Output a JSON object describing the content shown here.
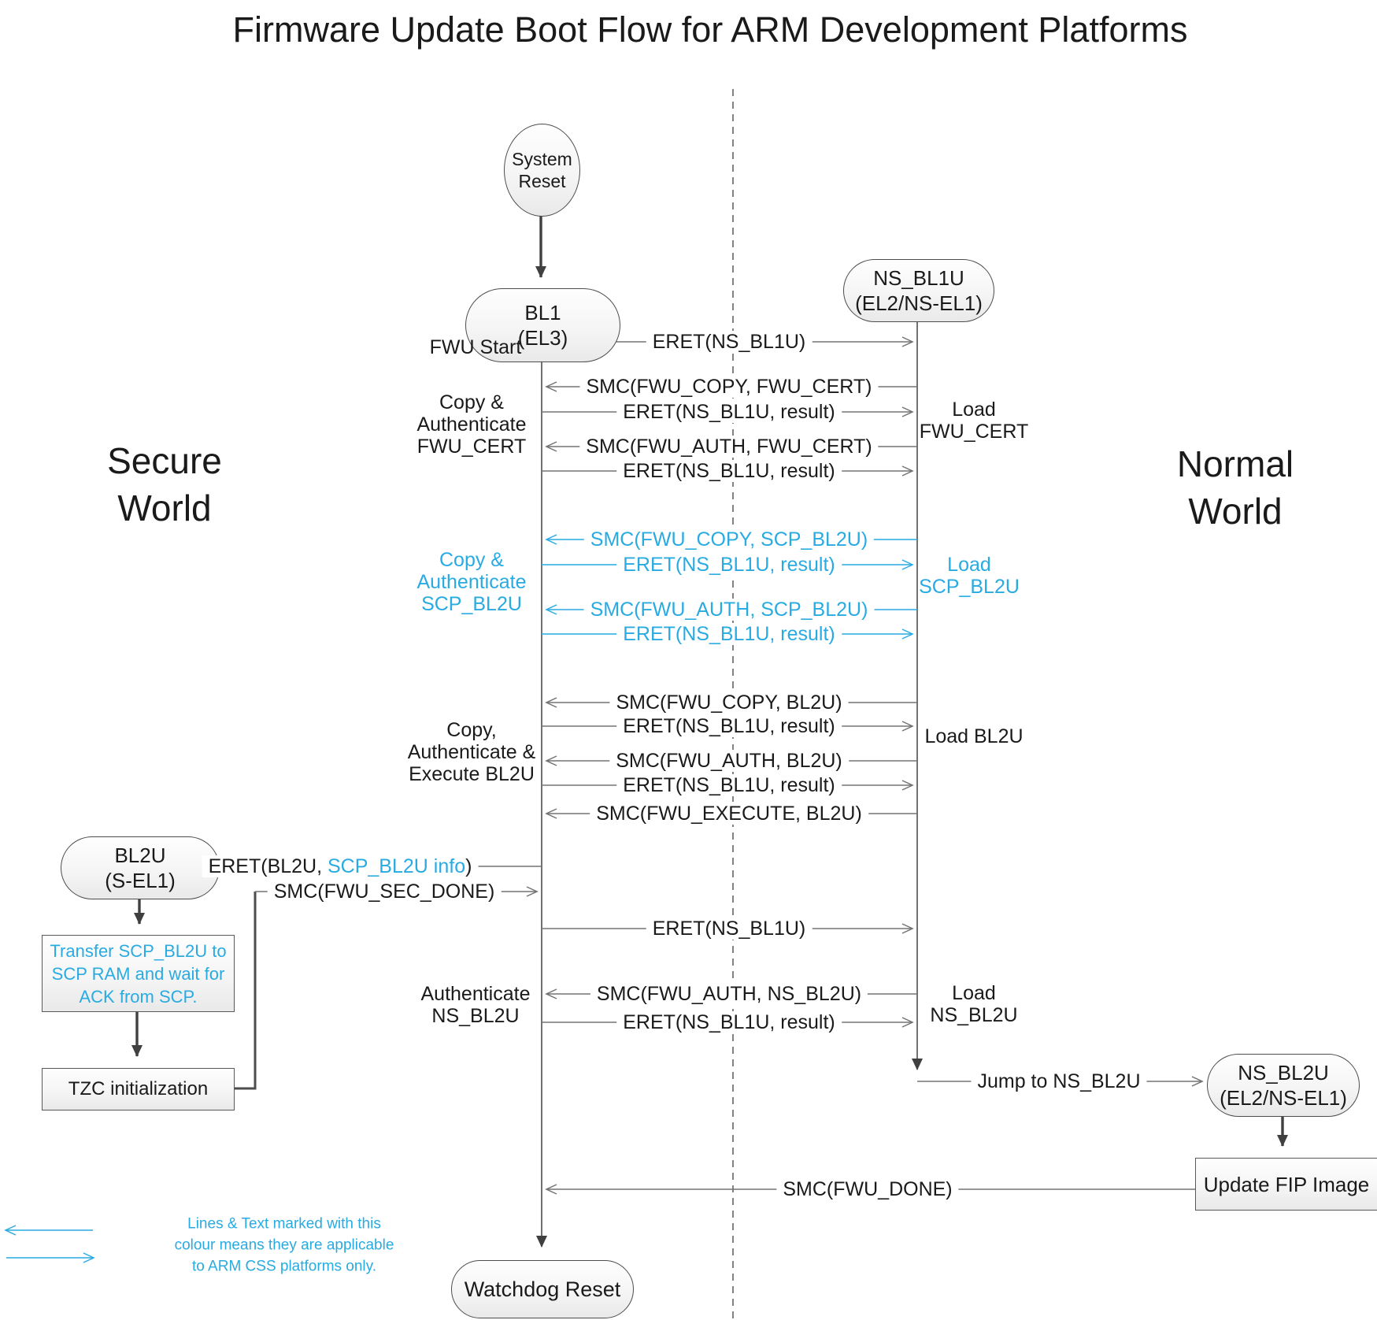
{
  "title": "Firmware Update Boot Flow for ARM Development Platforms",
  "worlds": {
    "secure": [
      "Secure",
      "World"
    ],
    "normal": [
      "Normal",
      "World"
    ]
  },
  "nodes": {
    "system_reset": [
      "System",
      "Reset"
    ],
    "bl1": [
      "BL1",
      "(EL3)"
    ],
    "ns_bl1u": [
      "NS_BL1U",
      "(EL2/NS-EL1)"
    ],
    "bl2u": [
      "BL2U",
      "(S-EL1)"
    ],
    "transfer": [
      "Transfer SCP_BL2U to",
      "SCP RAM and wait for",
      "ACK from SCP."
    ],
    "tzc": "TZC initialization",
    "ns_bl2u": [
      "NS_BL2U",
      "(EL2/NS-EL1)"
    ],
    "update_fip": "Update FIP Image",
    "watchdog": "Watchdog Reset"
  },
  "messages": [
    {
      "label": "ERET(NS_BL1U)",
      "css_only": false
    },
    {
      "label": "SMC(FWU_COPY, FWU_CERT)",
      "css_only": false
    },
    {
      "label": "ERET(NS_BL1U, result)",
      "css_only": false
    },
    {
      "label": "SMC(FWU_AUTH, FWU_CERT)",
      "css_only": false
    },
    {
      "label": "ERET(NS_BL1U, result)",
      "css_only": false
    },
    {
      "label": "SMC(FWU_COPY, SCP_BL2U)",
      "css_only": true
    },
    {
      "label": "ERET(NS_BL1U, result)",
      "css_only": true
    },
    {
      "label": "SMC(FWU_AUTH, SCP_BL2U)",
      "css_only": true
    },
    {
      "label": "ERET(NS_BL1U, result)",
      "css_only": true
    },
    {
      "label": "SMC(FWU_COPY, BL2U)",
      "css_only": false
    },
    {
      "label": "ERET(NS_BL1U, result)",
      "css_only": false
    },
    {
      "label": "SMC(FWU_AUTH, BL2U)",
      "css_only": false
    },
    {
      "label": "ERET(NS_BL1U, result)",
      "css_only": false
    },
    {
      "label": "SMC(FWU_EXECUTE, BL2U)",
      "css_only": false
    },
    {
      "prefix": "ERET(BL2U, ",
      "highlight": "SCP_BL2U info",
      "suffix": ")",
      "css_only": false
    },
    {
      "label": "SMC(FWU_SEC_DONE)",
      "css_only": false
    },
    {
      "label": "ERET(NS_BL1U)",
      "css_only": false
    },
    {
      "label": "SMC(FWU_AUTH, NS_BL2U)",
      "css_only": false
    },
    {
      "label": "ERET(NS_BL1U, result)",
      "css_only": false
    },
    {
      "label": "Jump to NS_BL2U",
      "css_only": false
    },
    {
      "label": "SMC(FWU_DONE)",
      "css_only": false
    }
  ],
  "side_labels": {
    "fwu_start": "FWU Start",
    "copy_auth_fwu_cert": [
      "Copy &",
      "Authenticate",
      "FWU_CERT"
    ],
    "copy_auth_scp_bl2u": [
      "Copy &",
      "Authenticate",
      "SCP_BL2U"
    ],
    "copy_auth_exec_bl2u": [
      "Copy,",
      "Authenticate &",
      "Execute BL2U"
    ],
    "auth_ns_bl2u": [
      "Authenticate",
      "NS_BL2U"
    ],
    "load_fwu_cert": [
      "Load",
      "FWU_CERT"
    ],
    "load_scp_bl2u": [
      "Load",
      "SCP_BL2U"
    ],
    "load_bl2u": "Load BL2U",
    "load_ns_bl2u": [
      "Load",
      "NS_BL2U"
    ]
  },
  "legend": {
    "lines": [
      "Lines & Text marked with this",
      "colour means they are applicable",
      "to ARM CSS platforms only."
    ]
  },
  "colors": {
    "css_only_blue": "#29ABE2",
    "message_line_gray": "#737373",
    "flow_arrow_dark": "#404040",
    "text": "#1a1a1a"
  }
}
